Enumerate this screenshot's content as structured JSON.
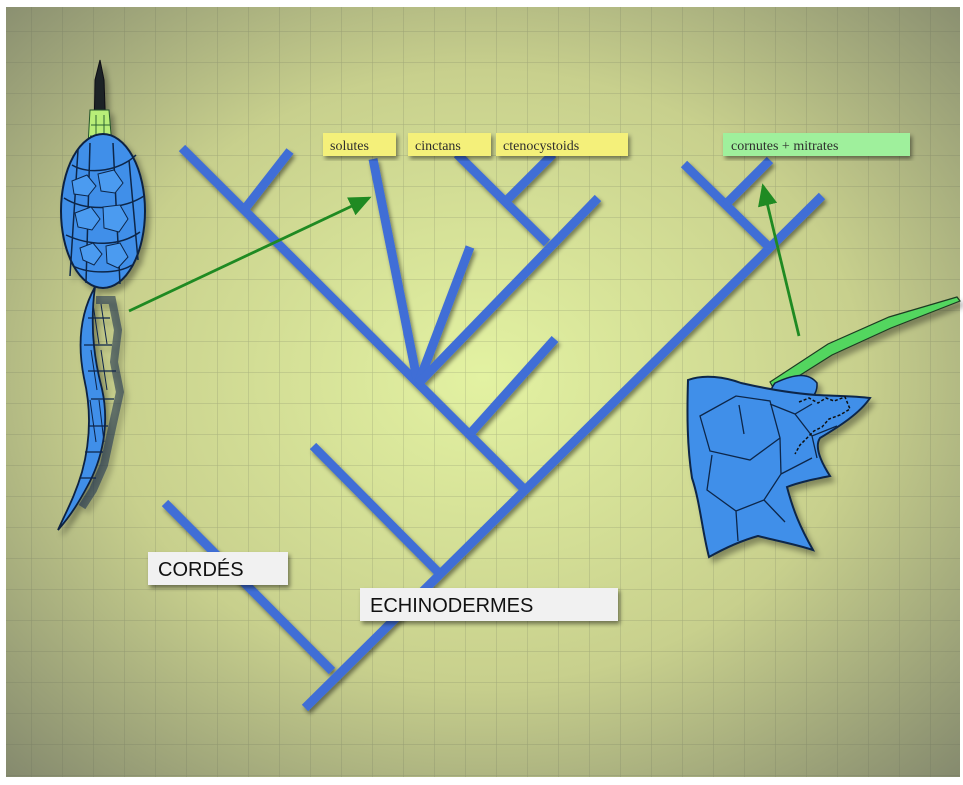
{
  "diagram": {
    "labels": {
      "solutes": "solutes",
      "cinctans": "cinctans",
      "ctenocystoids": "ctenocystoids",
      "cornutes_mitrates": "cornutes + mitrates",
      "cordes": "CORDÉS",
      "echinodermes": "ECHINODERMES"
    },
    "colors": {
      "background_center": "#dfee9a",
      "background_edge": "#8b9270",
      "grid_line": "#5b6152",
      "branch": "#3f6ed6",
      "arrow": "#1f8a22",
      "yellow_tag": "#f4f07a",
      "green_tag": "#9ff09c",
      "white_tag": "#f1f1f1",
      "fossil_blue": "#3f8fe9",
      "fossil_outline": "#0d1f3c",
      "fossil_green": "#b8ee78"
    },
    "icons": [
      "left-fossil-icon",
      "right-fossil-icon",
      "arrow-icon"
    ]
  }
}
